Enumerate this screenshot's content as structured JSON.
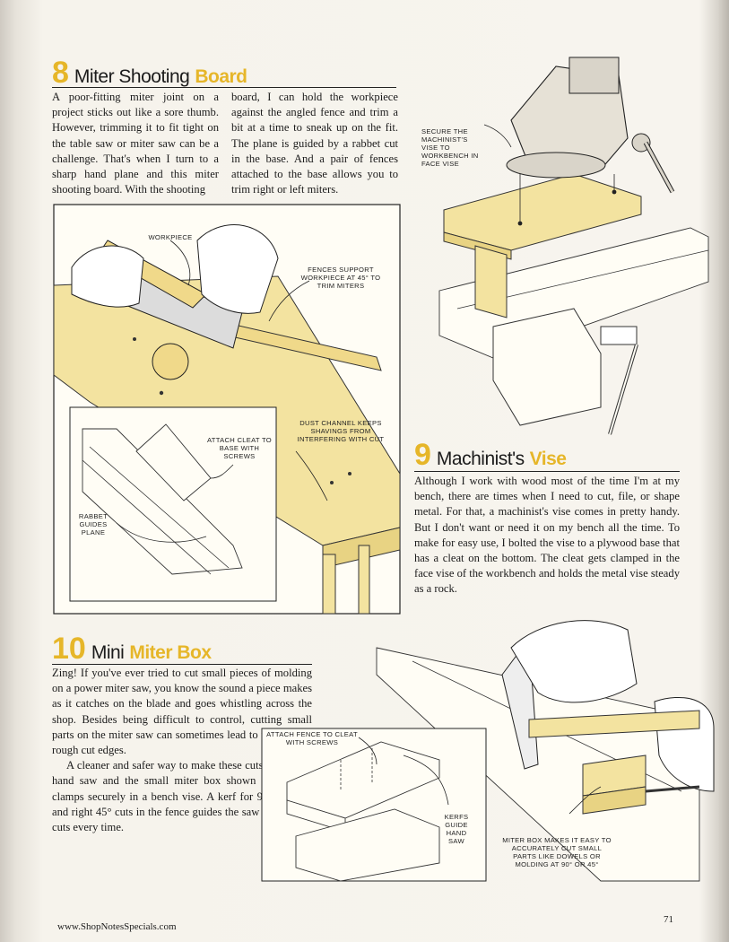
{
  "section8": {
    "number": "8",
    "title_plain": "Miter Shooting",
    "title_accent": "Board",
    "col1": "A poor-fitting miter joint on a project sticks out like a sore thumb. However, trimming it to fit tight on the table saw or miter saw can be a challenge. That's when I turn to a sharp hand plane and this miter shooting board. With the shooting",
    "col2": "board, I can hold the workpiece against the angled fence and trim a bit at a time to sneak up on the fit. The plane is guided by a rabbet cut in the base. And a pair of fences attached to the base allows you to trim right or left miters.",
    "callouts": {
      "workpiece": "WORKPIECE",
      "fences": "FENCES SUPPORT WORKPIECE AT 45° TO TRIM MITERS",
      "cleat": "ATTACH CLEAT TO BASE WITH SCREWS",
      "dust": "DUST CHANNEL KEEPS SHAVINGS FROM INTERFERING WITH CUT",
      "rabbet": "RABBET GUIDES PLANE"
    }
  },
  "section9": {
    "number": "9",
    "title_plain": "Machinist's",
    "title_accent": "Vise",
    "body": "Although I work with wood most of the time I'm at my bench, there are times when I need to cut, file, or shape metal. For that, a machinist's vise comes in pretty handy. But I don't want or need it on my bench all the time. To make for easy use, I bolted the vise to a plywood base that has a cleat on the bottom. The cleat gets clamped in the face vise of the workbench and holds the metal vise steady as a rock.",
    "callouts": {
      "secure": "SECURE THE MACHINIST'S VISE TO WORKBENCH IN FACE VISE"
    }
  },
  "section10": {
    "number": "10",
    "title_plain": "Mini",
    "title_accent": "Miter Box",
    "p1": "Zing! If you've ever tried to cut small pieces of molding on a power miter saw, you know the sound a piece makes as it catches on the blade and goes whistling across the shop. Besides being difficult to control, cutting small parts on the miter saw can sometimes lead to tearout and rough cut edges.",
    "p2": "A cleaner and safer way to make these cuts is to use a hand saw and the small miter box shown at right. It clamps securely in a bench vise. A kerf for 90° and left and right 45° cuts in the fence guides the saw for smooth cuts every time.",
    "callouts": {
      "fence": "ATTACH FENCE TO CLEAT WITH SCREWS",
      "kerfs": "KERFS GUIDE HAND SAW",
      "miterbox": "MITER BOX MAKES IT EASY TO ACCURATELY CUT SMALL PARTS LIKE DOWELS OR MOLDING AT 90° OR 45°"
    }
  },
  "footer": {
    "url": "www.ShopNotesSpecials.com",
    "page": "71"
  },
  "colors": {
    "accent": "#e6b629",
    "wood": "#f3e3a0",
    "ink": "#1b1b1b"
  }
}
